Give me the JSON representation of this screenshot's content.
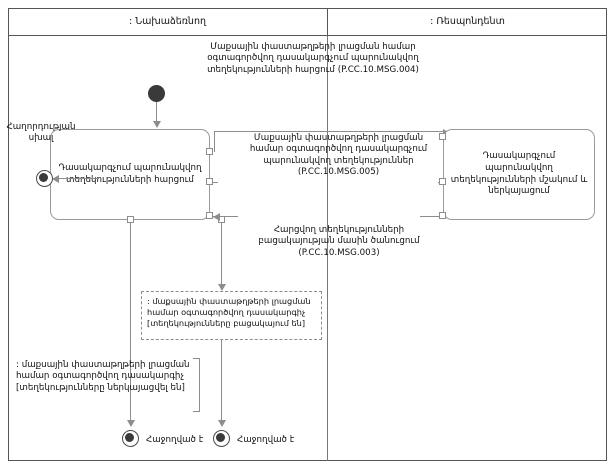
{
  "diagram": {
    "type": "uml-activity-diagram",
    "swimlanes": [
      {
        "id": "initiator",
        "title": ": Նախաձեռնող"
      },
      {
        "id": "respondent",
        "title": ": Ռեսպոնդենտ"
      }
    ],
    "messages": {
      "request_top": "Մաքսային փաստաթղթերի լրացման համար օգտագործվող դասակարգչում պարունակվող տեղեկությունների հարցում (P.CC.10.MSG.004)",
      "response_mid": "Մաքսային փաստաթղթերի լրացման համար օգտագործվող դասակարգչում պարունակվող տեղեկություններ (P.CC.10.MSG.005)",
      "notice_missing": "Հարցվող տեղեկությունների բացակայության մասին ծանուցում (P.CC.10.MSG.003)"
    },
    "activities": [
      {
        "id": "request-activity",
        "label": "Դասակարգչում պարունակվող տեղեկությունների հարցում",
        "lane": "initiator"
      },
      {
        "id": "process-activity",
        "label": "Դասակարգչում պարունակվող տեղեկությունների մշակում և ներկայացում",
        "lane": "respondent"
      }
    ],
    "notes": {
      "missing_note": ": մաքսային փաստաթղթերի լրացման համար օգտագործվող դասակարգիչ [տեղեկությունները բացակայում են]",
      "presented_note": ": մաքսային փաստաթղթերի լրացման համար օգտագործվող դասակարգիչ [տեղեկությունները ներկայացվել են]"
    },
    "nodes": {
      "initial_label": "initial-node",
      "error_flow_label": "Հաղորդության սխալ",
      "final_left_label": "Հաջողված է",
      "final_right_label": "Հաջողված է",
      "error_final_label": "error-final-node"
    },
    "colors": {
      "frame": "#555555",
      "shape_stroke": "#9a9a9a",
      "connector": "#8d8d8d",
      "node_fill": "#3a3a3a",
      "text": "#111111",
      "background": "#ffffff"
    }
  }
}
